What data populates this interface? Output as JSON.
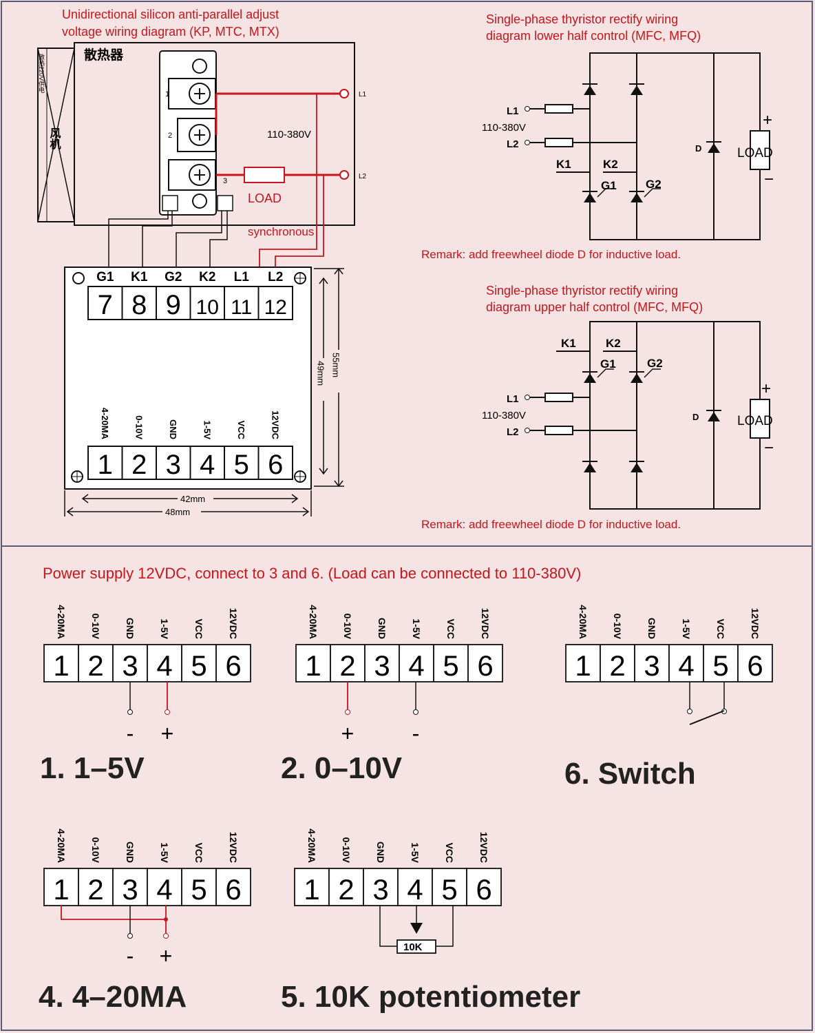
{
  "top_left": {
    "title_line1": "Unidirectional silicon anti-parallel adjust",
    "title_line2": "voltage wiring diagram (KP, MTC, MTX)",
    "heatsink_label": "散热器",
    "fan_label": "风机",
    "fan_sub_label": "散热220V供电",
    "voltage_label": "110-380V",
    "l1_label": "L1",
    "l2_label": "L2",
    "load_label": "LOAD",
    "sync_label": "synchronous",
    "module_pins": [
      "1",
      "2",
      "3"
    ],
    "board_top_labels": [
      "G1",
      "K1",
      "G2",
      "K2",
      "L1",
      "L2"
    ],
    "board_top_numbers": [
      "7",
      "8",
      "9",
      "10",
      "11",
      "12"
    ],
    "board_bottom_labels": [
      "4-20MA",
      "0-10V",
      "GND",
      "1-5V",
      "VCC",
      "12VDC"
    ],
    "board_bottom_numbers": [
      "1",
      "2",
      "3",
      "4",
      "5",
      "6"
    ],
    "dim_55": "55mm",
    "dim_49": "49mm",
    "dim_42": "42mm",
    "dim_48": "48mm"
  },
  "lower_half": {
    "title_line1": "Single-phase thyristor rectify wiring",
    "title_line2": "diagram lower half control (MFC, MFQ)",
    "l1": "L1",
    "l2": "L2",
    "voltage": "110-380V",
    "k1": "K1",
    "k2": "K2",
    "g1": "G1",
    "g2": "G2",
    "d": "D",
    "load": "LOAD",
    "plus": "+",
    "minus": "−",
    "remark": "Remark: add freewheel diode D for inductive load."
  },
  "upper_half": {
    "title_line1": "Single-phase thyristor rectify wiring",
    "title_line2": "diagram upper half control (MFC, MFQ)",
    "l1": "L1",
    "l2": "L2",
    "voltage": "110-380V",
    "k1": "K1",
    "k2": "K2",
    "g1": "G1",
    "g2": "G2",
    "d": "D",
    "load": "LOAD",
    "plus": "+",
    "minus": "−",
    "remark": "Remark: add freewheel diode D for inductive load."
  },
  "bottom": {
    "power_note": "Power supply 12VDC, connect to 3 and 6. (Load can be connected to 110-380V)",
    "terminal_labels": [
      "4-20MA",
      "0-10V",
      "GND",
      "1-5V",
      "VCC",
      "12VDC"
    ],
    "terminal_numbers": [
      "1",
      "2",
      "3",
      "4",
      "5",
      "6"
    ],
    "modes": [
      {
        "title": "1.  1–5V",
        "signs": [
          "-",
          "+"
        ]
      },
      {
        "title": "2. 0–10V",
        "signs": [
          "+",
          "-"
        ]
      },
      {
        "title": "6. Switch",
        "signs": []
      },
      {
        "title": "4. 4–20MA",
        "signs": [
          "-",
          "+"
        ]
      },
      {
        "title": "5. 10K potentiometer",
        "pot_label": "10K",
        "signs": []
      }
    ]
  },
  "colors": {
    "background": "#f6e3e3",
    "accent_red": "#c8151b",
    "line": "#111111"
  }
}
